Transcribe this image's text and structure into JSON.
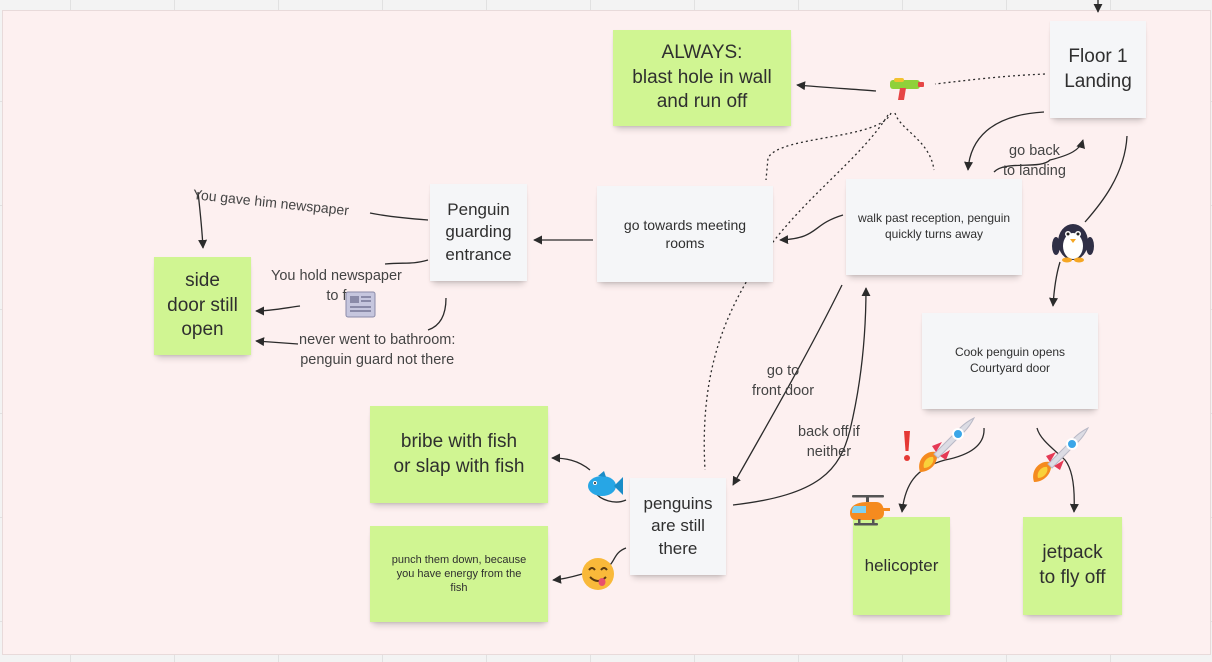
{
  "stickies": {
    "always": "ALWAYS:\nblast hole in wall\nand run off",
    "floor1": "Floor 1\nLanding",
    "meeting": "go towards meeting\nrooms",
    "reception": "walk past reception, penguin\nquickly turns away",
    "guarding": "Penguin\nguarding\nentrance",
    "side_door": "side\ndoor still\nopen",
    "cook": "Cook penguin opens\nCourtyard door",
    "bribe": "bribe with fish\nor slap with fish",
    "punch": "punch them down, because\nyou have energy from the\nfish",
    "penguins": "penguins\nare still\nthere",
    "helicopter": "helicopter",
    "jetpack": "jetpack\nto fly off"
  },
  "labels": {
    "gave_newspaper": "You gave him newspaper",
    "hold_newspaper": "You hold newspaper\nto f",
    "never_bathroom": "never went to bathroom:\npenguin guard not there",
    "go_back": "go back\nto landing",
    "front_door": "go to\nfront door",
    "back_off": "back off if\nneither"
  },
  "icons": [
    "water-gun-icon",
    "penguin-icon",
    "newspaper-icon",
    "fish-icon",
    "yum-face-icon",
    "rocket-icon",
    "exclamation-icon",
    "helicopter-icon"
  ],
  "colors": {
    "background": "#fdf0f0",
    "sticky_green": "#d0f592",
    "sticky_white": "#f5f6f8",
    "connector": "#2b2b2b"
  }
}
